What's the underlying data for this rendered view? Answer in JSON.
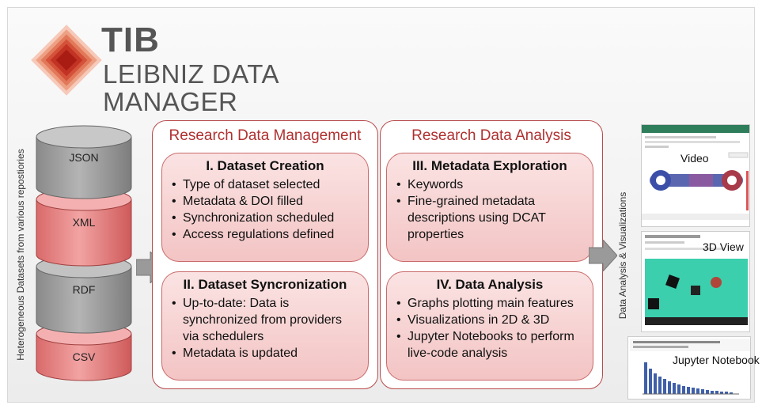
{
  "logo": {
    "line1": "TIB",
    "line2": "LEIBNIZ DATA",
    "line3": "MANAGER"
  },
  "left_caption": "Heterogeneous Datasets from various repostiories",
  "right_caption": "Data Analysis & Visualizations",
  "datasets": [
    "JSON",
    "XML",
    "RDF",
    "CSV"
  ],
  "panels": [
    {
      "title": "Research Data Management",
      "cards": [
        {
          "title": "I. Dataset Creation",
          "items": [
            "Type of dataset selected",
            "Metadata & DOI filled",
            "Synchronization scheduled",
            "Access regulations defined"
          ]
        },
        {
          "title": "II. Dataset Syncronization",
          "items": [
            "Up-to-date: Data is synchronized from providers via schedulers",
            "Metadata is updated"
          ]
        }
      ]
    },
    {
      "title": "Research Data Analysis",
      "cards": [
        {
          "title": "III. Metadata Exploration",
          "items": [
            "Keywords",
            "Fine-grained metadata descriptions using DCAT properties"
          ]
        },
        {
          "title": "IV. Data Analysis",
          "items": [
            "Graphs plotting main features",
            "Visualizations in 2D & 3D",
            "Jupyter Notebooks to perform live-code analysis"
          ]
        }
      ]
    }
  ],
  "outputs": [
    "Video",
    "3D View",
    "Jupyter Notebook"
  ],
  "colors": {
    "red": "#b03030",
    "gray": "#9a9a9a",
    "card": "#f3c4c4"
  }
}
